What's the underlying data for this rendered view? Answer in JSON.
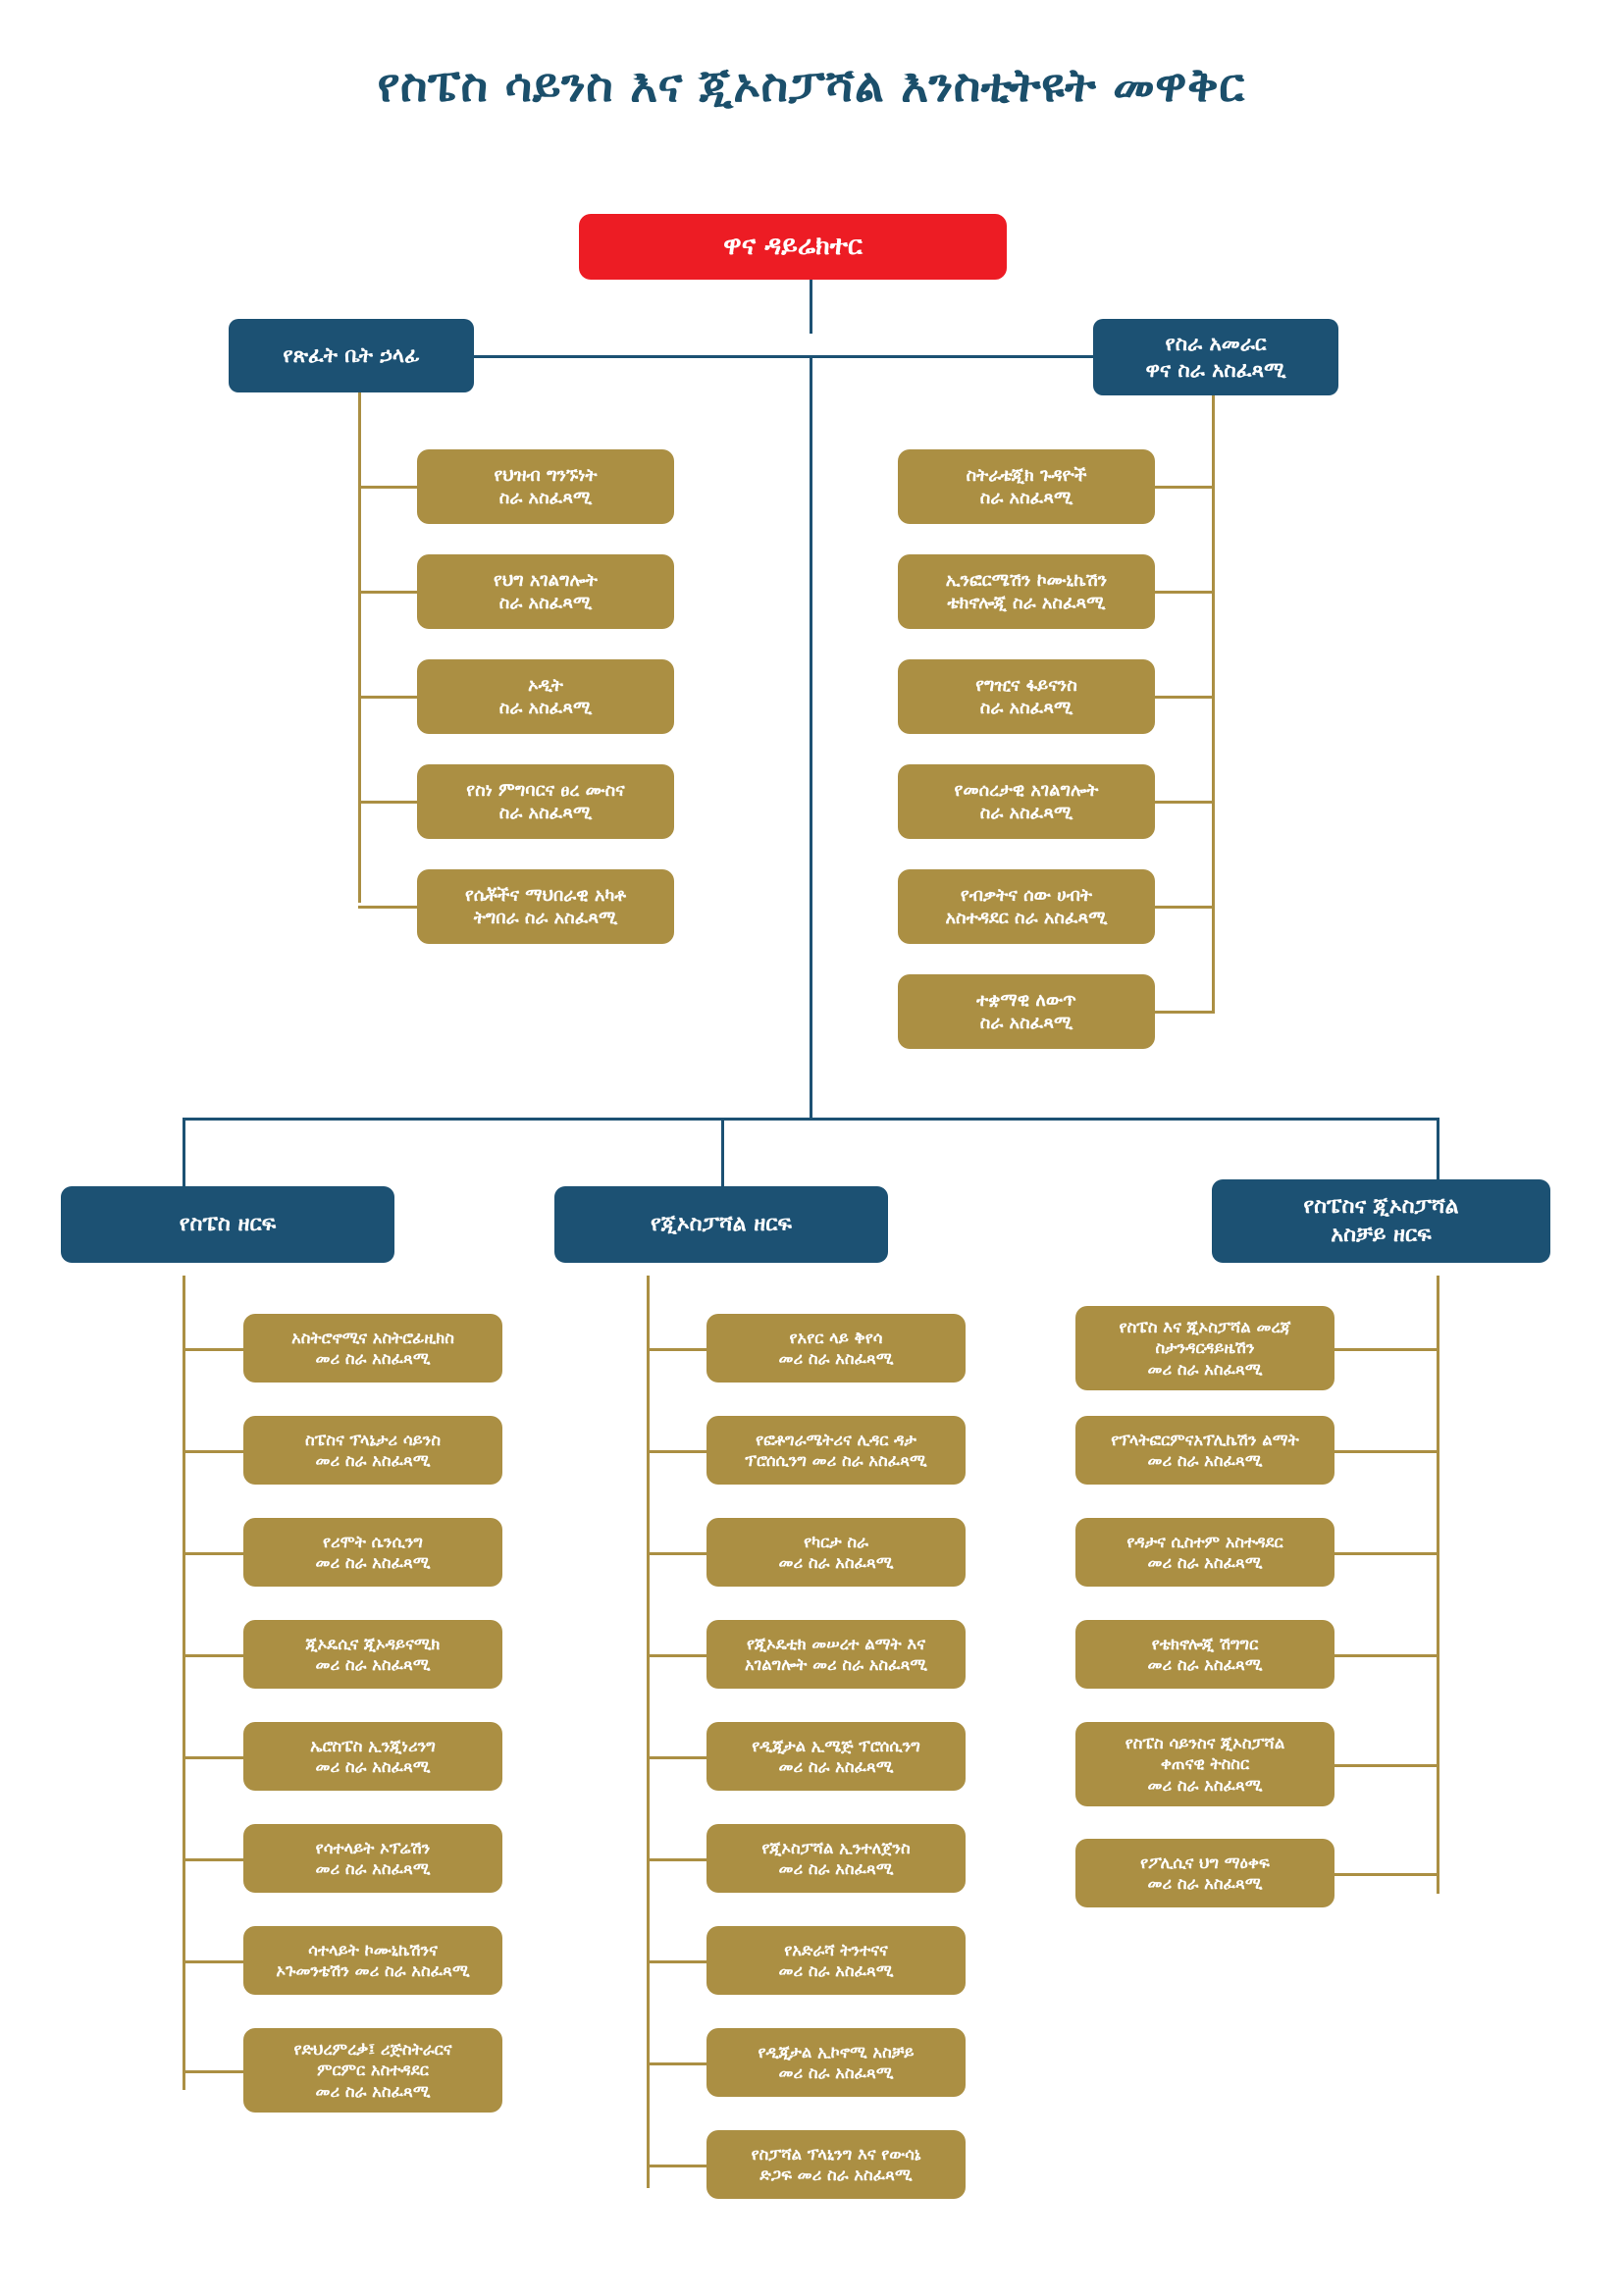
{
  "title": "የስፔስ ሳይንስ እና ጂኦስፓሻል እንስቲትዩት መዋቅር",
  "colors": {
    "root": "#ed1c24",
    "blue": "#1c5173",
    "tan": "#ab8f43",
    "background": "#ffffff",
    "title": "#1b4f6b"
  },
  "root": {
    "label": "ዋና ዳይሬክተር"
  },
  "top_level": {
    "left": {
      "label": "የጽፈት ቤት ኃላፊ"
    },
    "right": {
      "label": "የስራ አመራር\nዋና ስራ አስፈጻሚ"
    }
  },
  "office_head_units": [
    {
      "label": "የህዝብ ግንኙነት\nስራ አስፈጻሚ"
    },
    {
      "label": "የህግ አገልግሎት\nስራ አስፈጻሚ"
    },
    {
      "label": "ኦዲት\nስራ አስፈጻሚ"
    },
    {
      "label": "የስነ ምግባርና ፀረ ሙስና\nስራ አስፈጻሚ"
    },
    {
      "label": "የሴቾችና ማህበራዊ አካቶ\nትግበራ ስራ አስፈጻሚ"
    }
  ],
  "operations_units": [
    {
      "label": "ስትራቴጂክ ጉዳዮች\nስራ አስፈጻሚ"
    },
    {
      "label": "ኢንፎርሜሽን ኮሙኒኬሽን\nቴክኖሎጂ ስራ አስፈጻሚ"
    },
    {
      "label": "የግዢና ፋይናንስ\nስራ አስፈጻሚ"
    },
    {
      "label": "የመሰረታዊ አገልግሎት\nስራ አስፈጻሚ"
    },
    {
      "label": "የብቃትና ሰው ሀብት\nአስተዳደር ስራ አስፈጻሚ"
    },
    {
      "label": "ተቋማዊ ለውጥ\nስራ አስፈጻሚ"
    }
  ],
  "divisions": [
    {
      "name": "space-sector",
      "label": "የስፔስ ዘርፍ",
      "units": [
        {
          "label": "አስትሮኖሚና አስትሮፊዚክስ\nመሪ ስራ አስፈጻሚ"
        },
        {
          "label": "ስፔስና ፕላኔታሪ ሳይንስ\nመሪ ስራ አስፈጻሚ"
        },
        {
          "label": "የሪሞት ሴንሲንግ\nመሪ ስራ አስፈጻሚ"
        },
        {
          "label": "ጂኦዴሲና ጂኦዳይናሚክ\nመሪ ስራ አስፈጻሚ"
        },
        {
          "label": "ኤሮስፔስ ኢንጂነሪንግ\nመሪ ስራ አስፈጻሚ"
        },
        {
          "label": "የሳተላይት ኦፕሬሽን\nመሪ ስራ አስፈጻሚ"
        },
        {
          "label": "ሳተላይት ኮሙኒኬሽንና\nኦጉመንቴሽን መሪ ስራ አስፈጻሚ"
        },
        {
          "label": "የድህረምረቃ፤ ሪጅስትራርና\nምርምር አስተዳደር\nመሪ ስራ አስፈጻሚ"
        }
      ]
    },
    {
      "name": "geospatial-sector",
      "label": "የጂኦስፓሻል ዘርፍ",
      "units": [
        {
          "label": "የአየር ላይ ቅየሳ\nመሪ ስራ አስፈጻሚ"
        },
        {
          "label": "የፎቶግራሜትሪና ሊዳር ዳታ\nፕሮሰሲንግ መሪ ስራ አስፈጻሚ"
        },
        {
          "label": "የካርታ ስራ\nመሪ ስራ አስፈጻሚ"
        },
        {
          "label": "የጂኦዴቲክ መሠረተ ልማት እና\nአገልግሎት መሪ ስራ አስፈጻሚ"
        },
        {
          "label": "የዲጂታል ኢሜጅ ፕሮሰሲንግ\nመሪ ስራ አስፈጻሚ"
        },
        {
          "label": "የጂኦስፓሻል ኢንተለጀንስ\nመሪ ስራ አስፈጻሚ"
        },
        {
          "label": "የአድራሻ ትንተናና\nመሪ ስራ አስፈጻሚ"
        },
        {
          "label": "የዲጂታል ኢኮኖሚ አስቻይ\nመሪ ስራ አስፈጻሚ"
        },
        {
          "label": "የስፓሻል ፕላኒንግ እና የውሳኔ\nድጋፍ መሪ ስራ አስፈጻሚ"
        }
      ]
    },
    {
      "name": "enabler-sector",
      "label": "የስፔስና ጂኦስፓሻል\nአስቻይ ዘርፍ",
      "units": [
        {
          "label": "የስፔስ እና ጂኦስፓሻል መረጃ\nስታንዳርዳይዜሽን\nመሪ ስራ አስፈጻሚ"
        },
        {
          "label": "የፕላትፎርምናአፕሊኬሽን ልማት\nመሪ ስራ አስፈጻሚ"
        },
        {
          "label": "የዳታና ሲስተም አስተዳደር\nመሪ ስራ አስፈጻሚ"
        },
        {
          "label": "የቴክኖሎጂ ሽግግር\nመሪ ስራ አስፈጻሚ"
        },
        {
          "label": "የስፔስ ሳይንስና ጂኦስፓሻል\nቀጠናዊ ትስስር\nመሪ ስራ አስፈጻሚ"
        },
        {
          "label": "የፖሊሲና ህግ ማዕቀፍ\nመሪ ስራ አስፈጻሚ"
        }
      ]
    }
  ]
}
